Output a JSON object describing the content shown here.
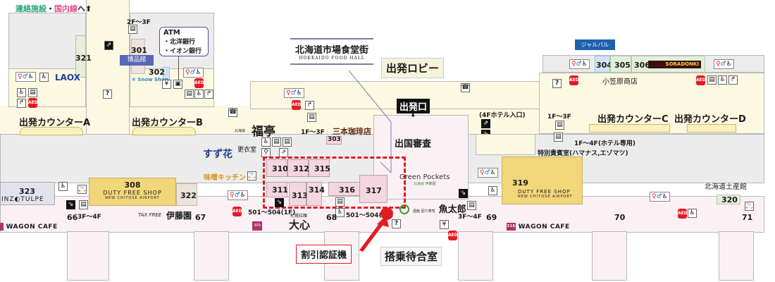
{
  "header": {
    "connection_note_a": "連絡施設",
    "connection_note_b": "・",
    "connection_note_c": "国内線",
    "connection_note_d": "へ",
    "arrow": "⬆"
  },
  "zones": {
    "departure_lobby": "出発ロビー",
    "departure_gate": "出発口",
    "immigration": "出国審査",
    "boarding_lounge": "搭乗待合室",
    "food_hall_jp": "北海道市場食堂街",
    "food_hall_en": "HOKKAIDO FOOD HALL"
  },
  "counters": [
    {
      "label": "出発カウンターA"
    },
    {
      "label": "出発カウンターB"
    },
    {
      "label": "出発カウンターC"
    },
    {
      "label": "出発カウンターD"
    }
  ],
  "atm": {
    "title": "ATM",
    "banks": [
      "・北洋銀行",
      "・イオン銀行"
    ]
  },
  "shops": {
    "s301": "301",
    "s302": "302",
    "s303": "303",
    "s304": "304",
    "s305": "305",
    "s306": "306",
    "s308": "308",
    "s310": "310",
    "s311": "311",
    "s312": "312",
    "s313": "313",
    "s314": "314",
    "s315": "315",
    "s316": "316",
    "s317": "317",
    "s319": "319",
    "s320": "320",
    "s321": "321",
    "s322": "322",
    "s323": "323"
  },
  "brands": {
    "laox": "LAOX",
    "snow_shop": "❄ Snow Shop",
    "hakuhinkan": "博品館",
    "duty_free": "DUTY FREE SHOP",
    "duty_free_sub": "NEW CHITOSE AIRPORT",
    "insz_tulpe": "INZ◐TULPE",
    "itoen": "伊藤園",
    "tax_free": "TAX FREE",
    "fukutei": "福亭",
    "fukutei_pre": "北海道",
    "sanbon": "三本珈琲店",
    "suzuka": "すず花",
    "misotei": "味噌キッチン",
    "green_pockets": "Green Pockets",
    "green_pockets_sub": "北海道 伊藤園",
    "taishin": "大心",
    "taishin_pre": "札幌拉麺",
    "uotaro": "魚太郎",
    "uotaro_pre": "函館 回り寿司",
    "soradonki": "SORADONKI",
    "ogasawara": "小笠原商店",
    "hokkaido_dosankan": "北海道土産館",
    "wagon_cafe_left": "WAGON CAFE",
    "wagon_cafe_right": "WAGON CAFE",
    "dreamer": "ジャルパル",
    "badge_309": "309",
    "badge_318": "318"
  },
  "floor_notes": {
    "f2_3": "2F〜3F",
    "f1_3a": "1F〜3F",
    "f1_3b": "1F〜3F",
    "hotel_4f_entrance": "(4Fホテル入口)",
    "f1_4_hotel": "1F〜4F(ホテル専用)",
    "vip_room": "特別貴賓室(ハマナス,エゾマツ)",
    "dressing_room": "更衣室",
    "f3_4a": "3F〜4F",
    "f3_4b": "3F〜4F",
    "range_501_504_1f_a": "501〜504(1F)",
    "range_501_504_1f_b": "501〜504(1F)"
  },
  "gates": [
    "66",
    "67",
    "68",
    "69",
    "70",
    "71"
  ],
  "callout": {
    "label": "割引認証機"
  },
  "icons": {
    "info": "?",
    "aed": "AED",
    "restroom": "🚻"
  },
  "colors": {
    "accent_red": "#e31b23",
    "shop_pink": "#f4d6e0",
    "shop_yellow": "#f2d67a",
    "shop_green": "#e2efd9",
    "shop_blue": "#cfe4f6",
    "cream_area": "#fdf8e1",
    "grey_area": "#ececec"
  }
}
